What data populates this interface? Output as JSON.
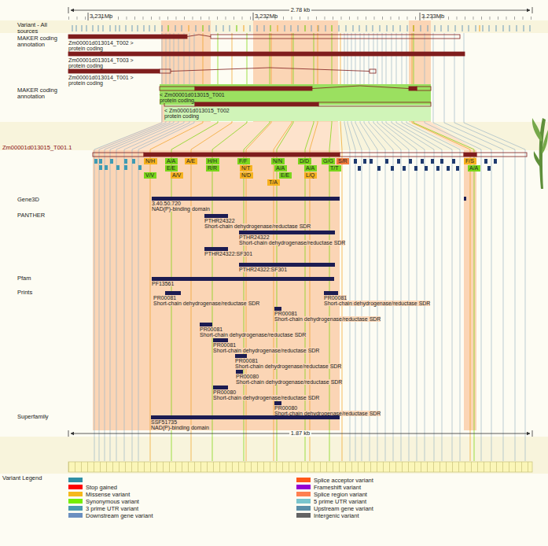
{
  "diagram": {
    "nodes": [
      {
        "text": [
          "Zm00001d013014_T002 >",
          "protein coding"
        ]
      },
      {
        "text": [
          "Zm00001d013014_T003 >",
          "protein coding"
        ]
      },
      {
        "text": [
          "Zm00001d013014_T001 >",
          "protein coding"
        ]
      },
      {
        "text": [
          "< Zm00001d013015_T001",
          "protein coding"
        ]
      },
      {
        "text": [
          "< Zm00001d013015_T002",
          "protein coding"
        ]
      },
      {
        "text": [
          "N/H"
        ]
      },
      {
        "text": [
          "A/A"
        ]
      },
      {
        "text": [
          "A/E"
        ]
      },
      {
        "text": [
          "H/H"
        ]
      },
      {
        "text": [
          "F/F"
        ]
      },
      {
        "text": [
          "N/N"
        ]
      },
      {
        "text": [
          "D/D"
        ]
      },
      {
        "text": [
          "G/G"
        ]
      },
      {
        "text": [
          "S/R"
        ]
      },
      {
        "text": [
          "F/S"
        ]
      },
      {
        "text": [
          "E/E"
        ]
      },
      {
        "text": [
          "R/R"
        ]
      },
      {
        "text": [
          "N/T"
        ]
      },
      {
        "text": [
          "A/A"
        ]
      },
      {
        "text": [
          "A/A"
        ]
      },
      {
        "text": [
          "T/T"
        ]
      },
      {
        "text": [
          "A/A"
        ]
      },
      {
        "text": [
          "V/V"
        ]
      },
      {
        "text": [
          "A/V"
        ]
      },
      {
        "text": [
          "N/D"
        ]
      },
      {
        "text": [
          "E/E"
        ]
      },
      {
        "text": [
          "L/Q"
        ]
      },
      {
        "text": [
          "T/A"
        ]
      },
      {
        "text": [
          "3.40.50.720",
          "NAD(P)-binding domain"
        ]
      },
      {
        "text": [
          "PTHR24322",
          "Short-chain dehydrogenase/reductase SDR"
        ]
      },
      {
        "text": [
          "PTHR24322",
          "Short-chain dehydrogenase/reductase SDR"
        ]
      },
      {
        "text": [
          "PTHR24322:SF301"
        ]
      },
      {
        "text": [
          "PTHR24322:SF301"
        ]
      },
      {
        "text": [
          "PF13561"
        ]
      },
      {
        "text": [
          "PR00081",
          "Short-chain dehydrogenase/reductase SDR"
        ]
      },
      {
        "text": [
          "PR00081",
          "Short-chain dehydrogenase/reductase SDR"
        ]
      },
      {
        "text": [
          "PR00081",
          "Short-chain dehydrogenase/reductase SDR"
        ]
      },
      {
        "text": [
          "PR00081",
          "Short-chain dehydrogenase/reductase SDR"
        ]
      },
      {
        "text": [
          "PR00081",
          "Short-chain dehydrogenase/reductase SDR"
        ]
      },
      {
        "text": [
          "PR00081",
          "Short-chain dehydrogenase/reductase SDR"
        ]
      },
      {
        "text": [
          "PR00080",
          "Short-chain dehydrogenase/reductase SDR"
        ]
      },
      {
        "text": [
          "PR00080",
          "Short-chain dehydrogenase/reductase SDR"
        ]
      },
      {
        "text": [
          "PR00080",
          "Short-chain dehydrogenase/reductase SDR"
        ]
      },
      {
        "text": [
          "SSF51735",
          "NAD(P)-binding domain"
        ]
      }
    ],
    "labels": [
      "2.78 kb",
      "3.231Mb",
      "3.232Mb",
      "3.233Mb",
      "Variant - All sources",
      "MAKER coding annotation",
      "MAKER coding annotation",
      "Zm00001d013015_T001.1",
      "Gene3D",
      "PANTHER",
      "Pfam",
      "Prints",
      "Superfamily",
      "1.87 kb",
      "Variant Legend"
    ],
    "legend": [
      {
        "text": "Splice acceptor variant",
        "color": "#ff581a"
      },
      {
        "text": "Stop gained",
        "color": "#ff0000"
      },
      {
        "text": "Frameshift variant",
        "color": "#9400d3"
      },
      {
        "text": "Missense variant",
        "color": "#f5b81b"
      },
      {
        "text": "Splice region variant",
        "color": "#ff7f50"
      },
      {
        "text": "Synonymous variant",
        "color": "#76ee00"
      },
      {
        "text": "5 prime UTR variant",
        "color": "#7ac5cd"
      },
      {
        "text": "3 prime UTR variant",
        "color": "#4a9bb0"
      },
      {
        "text": "Upstream gene variant",
        "color": "#5b8fa8"
      },
      {
        "text": "Downstream gene variant",
        "color": "#6b8fc0"
      },
      {
        "text": "Intergenic variant",
        "color": "#636363"
      }
    ]
  }
}
